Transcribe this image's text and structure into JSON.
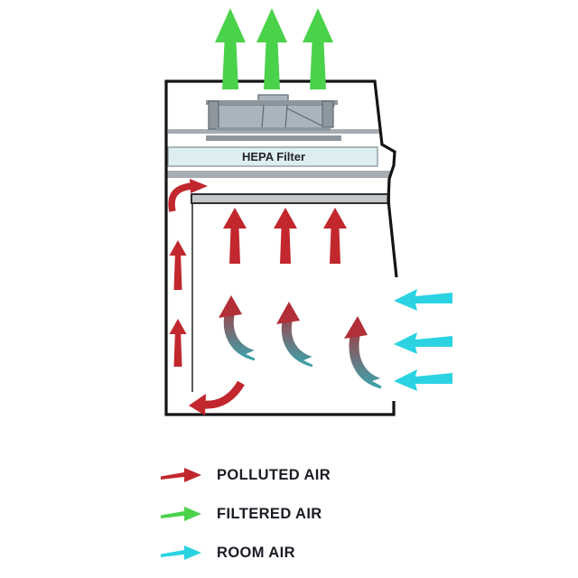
{
  "diagram": {
    "hepa_label": "HEPA Filter",
    "arrows": {
      "filtered_exhaust_count": 3,
      "polluted_chamber_count": 3,
      "polluted_side_channel_count": 2,
      "mixed_updraft_count": 3,
      "room_inflow_count": 3
    },
    "colors": {
      "polluted": "#c1272d",
      "filtered": "#4bd24b",
      "room": "#2bd3e2",
      "mixed_head": "#b12f36",
      "mixed_tail": "#3fa0a9",
      "outline": "#141414",
      "structure_gray": "#a7adb2",
      "plinth_gray": "#8f979e",
      "bar_gray": "#c3c7ca",
      "fan_gray": "#aab4bd",
      "fan_edge": "#66717e",
      "hepa_fill": "#ddeef1",
      "hepa_border": "#9aa7ab",
      "text": "#1b1b24",
      "notch_white": "#ffffff"
    },
    "legend": {
      "items": [
        {
          "id": "polluted",
          "label": "POLLUTED AIR"
        },
        {
          "id": "filtered",
          "label": "FILTERED AIR"
        },
        {
          "id": "room",
          "label": "ROOM AIR"
        }
      ]
    }
  }
}
